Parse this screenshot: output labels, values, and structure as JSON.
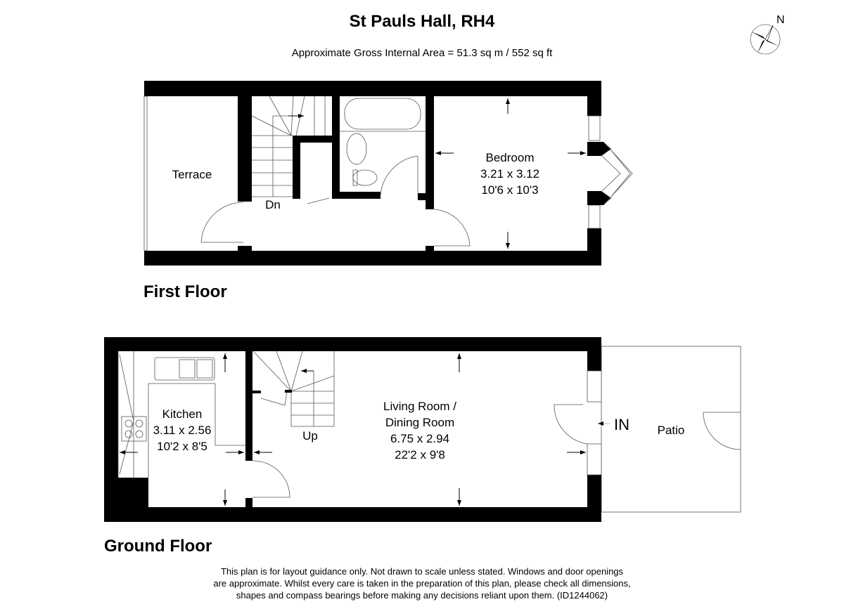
{
  "title": "St Pauls Hall, RH4",
  "subtitle": "Approximate Gross Internal Area = 51.3 sq m / 552 sq ft",
  "compass": {
    "icon": "north-compass-icon",
    "label": "N"
  },
  "first_floor": {
    "label": "First Floor",
    "rooms": {
      "terrace": {
        "name": "Terrace"
      },
      "stairs": {
        "name": "Dn"
      },
      "bedroom": {
        "name": "Bedroom",
        "metric": "3.21 x 3.12",
        "imperial": "10'6 x 10'3"
      }
    }
  },
  "ground_floor": {
    "label": "Ground Floor",
    "rooms": {
      "kitchen": {
        "name": "Kitchen",
        "metric": "3.11 x 2.56",
        "imperial": "10'2 x 8'5"
      },
      "stairs": {
        "name": "Up"
      },
      "living": {
        "name1": "Living Room /",
        "name2": "Dining Room",
        "metric": "6.75 x 2.94",
        "imperial": "22'2 x 9'8"
      },
      "entrance": {
        "name": "IN"
      },
      "patio": {
        "name": "Patio"
      }
    }
  },
  "disclaimer": {
    "line1": "This plan is for layout guidance only. Not drawn to scale unless stated. Windows and door openings",
    "line2": "are approximate. Whilst every care is taken in the preparation of this plan, please check all dimensions,",
    "line3": "shapes and compass bearings before making any decisions reliant upon them. (ID1244062)"
  }
}
